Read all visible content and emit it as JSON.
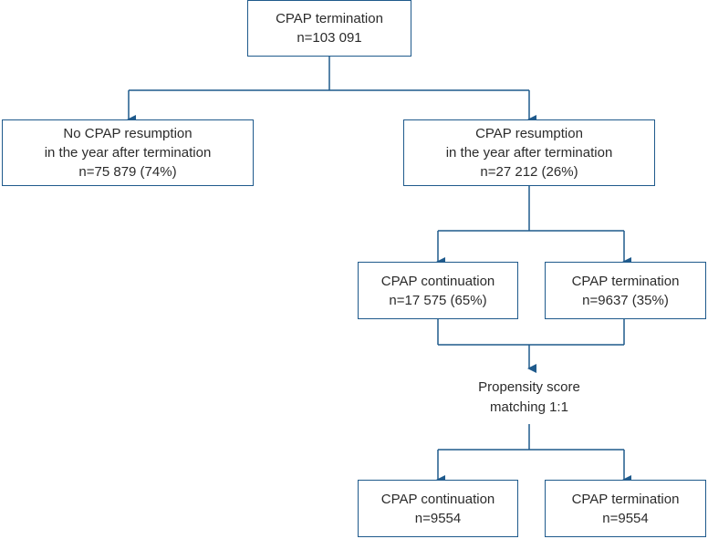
{
  "diagram": {
    "nodes": {
      "root": {
        "lines": [
          "CPAP termination",
          "n=103 091"
        ]
      },
      "no_resumption": {
        "lines": [
          "No CPAP resumption",
          "in the year after termination",
          "n=75 879 (74%)"
        ]
      },
      "resumption": {
        "lines": [
          "CPAP resumption",
          "in the year after termination",
          "n=27 212 (26%)"
        ]
      },
      "continuation_pre": {
        "lines": [
          "CPAP continuation",
          "n=17 575 (65%)"
        ]
      },
      "termination_pre": {
        "lines": [
          "CPAP termination",
          "n=9637 (35%)"
        ]
      },
      "matching": {
        "lines": [
          "Propensity score",
          "matching 1:1"
        ]
      },
      "continuation_post": {
        "lines": [
          "CPAP continuation",
          "n=9554"
        ]
      },
      "termination_post": {
        "lines": [
          "CPAP termination",
          "n=9554"
        ]
      }
    },
    "colors": {
      "border": "#1f5a8c",
      "arrow": "#1f5a8c",
      "text": "#2b2b2b",
      "background": "#ffffff"
    }
  }
}
